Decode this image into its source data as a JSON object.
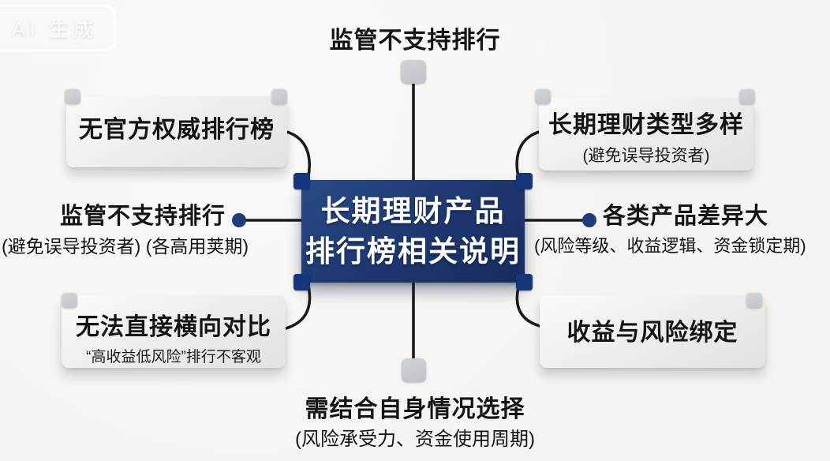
{
  "watermark": {
    "label": "AI 生成"
  },
  "colors": {
    "background": "#f4f4f1",
    "box_bg_light": "#fafafa",
    "box_bg_dark": "#e2e2e0",
    "center_bg_light": "#2a4a86",
    "center_bg_dark": "#162c5e",
    "handle": "#14367c",
    "pin": "#c1c5c9",
    "line": "#1b1b1b",
    "dot": "#1e3c7a",
    "title_text": "#141414",
    "center_text": "#ffffff"
  },
  "center": {
    "line1": "长期理财产品",
    "line2": "排行榜相关说明"
  },
  "nodes": {
    "top": {
      "title": "监管不支持排行"
    },
    "top_left": {
      "title": "无官方权威排行榜"
    },
    "top_right": {
      "title": "长期理财类型多样",
      "subtitle": "(避免误导投资者)"
    },
    "left": {
      "title": "监管不支持排行",
      "subtitle": "(避免误导投资者) (各高用荚期)"
    },
    "right": {
      "title": "各类产品差异大",
      "subtitle": "(风险等级、收益逻辑、资金锁定期)"
    },
    "bottom_left": {
      "title": "无法直接横向对比",
      "subtitle": "“高收益低风险”排行不客观"
    },
    "bottom_right": {
      "title": "收益与风险绑定"
    },
    "bottom": {
      "title": "需结合自身情况选择",
      "subtitle": "(风险承受力、资金使用周期)"
    }
  }
}
